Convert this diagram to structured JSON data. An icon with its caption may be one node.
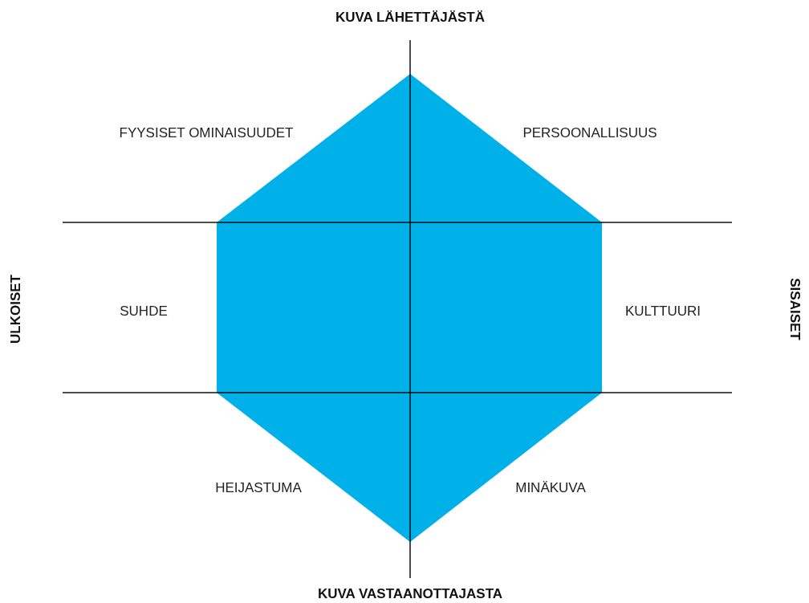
{
  "diagram": {
    "labels": [
      "KUVA LÄHETTÄJÄSTÄ",
      "FYYSISET OMINAISUUDET",
      "PERSOONALLISUUS",
      "ULKOISET",
      "SUHDE",
      "KULTTUURI",
      "SISAISET",
      "HEIJASTUMA",
      "MINÄKUVA",
      "KUVA VASTAANOTTAJASTA"
    ]
  }
}
